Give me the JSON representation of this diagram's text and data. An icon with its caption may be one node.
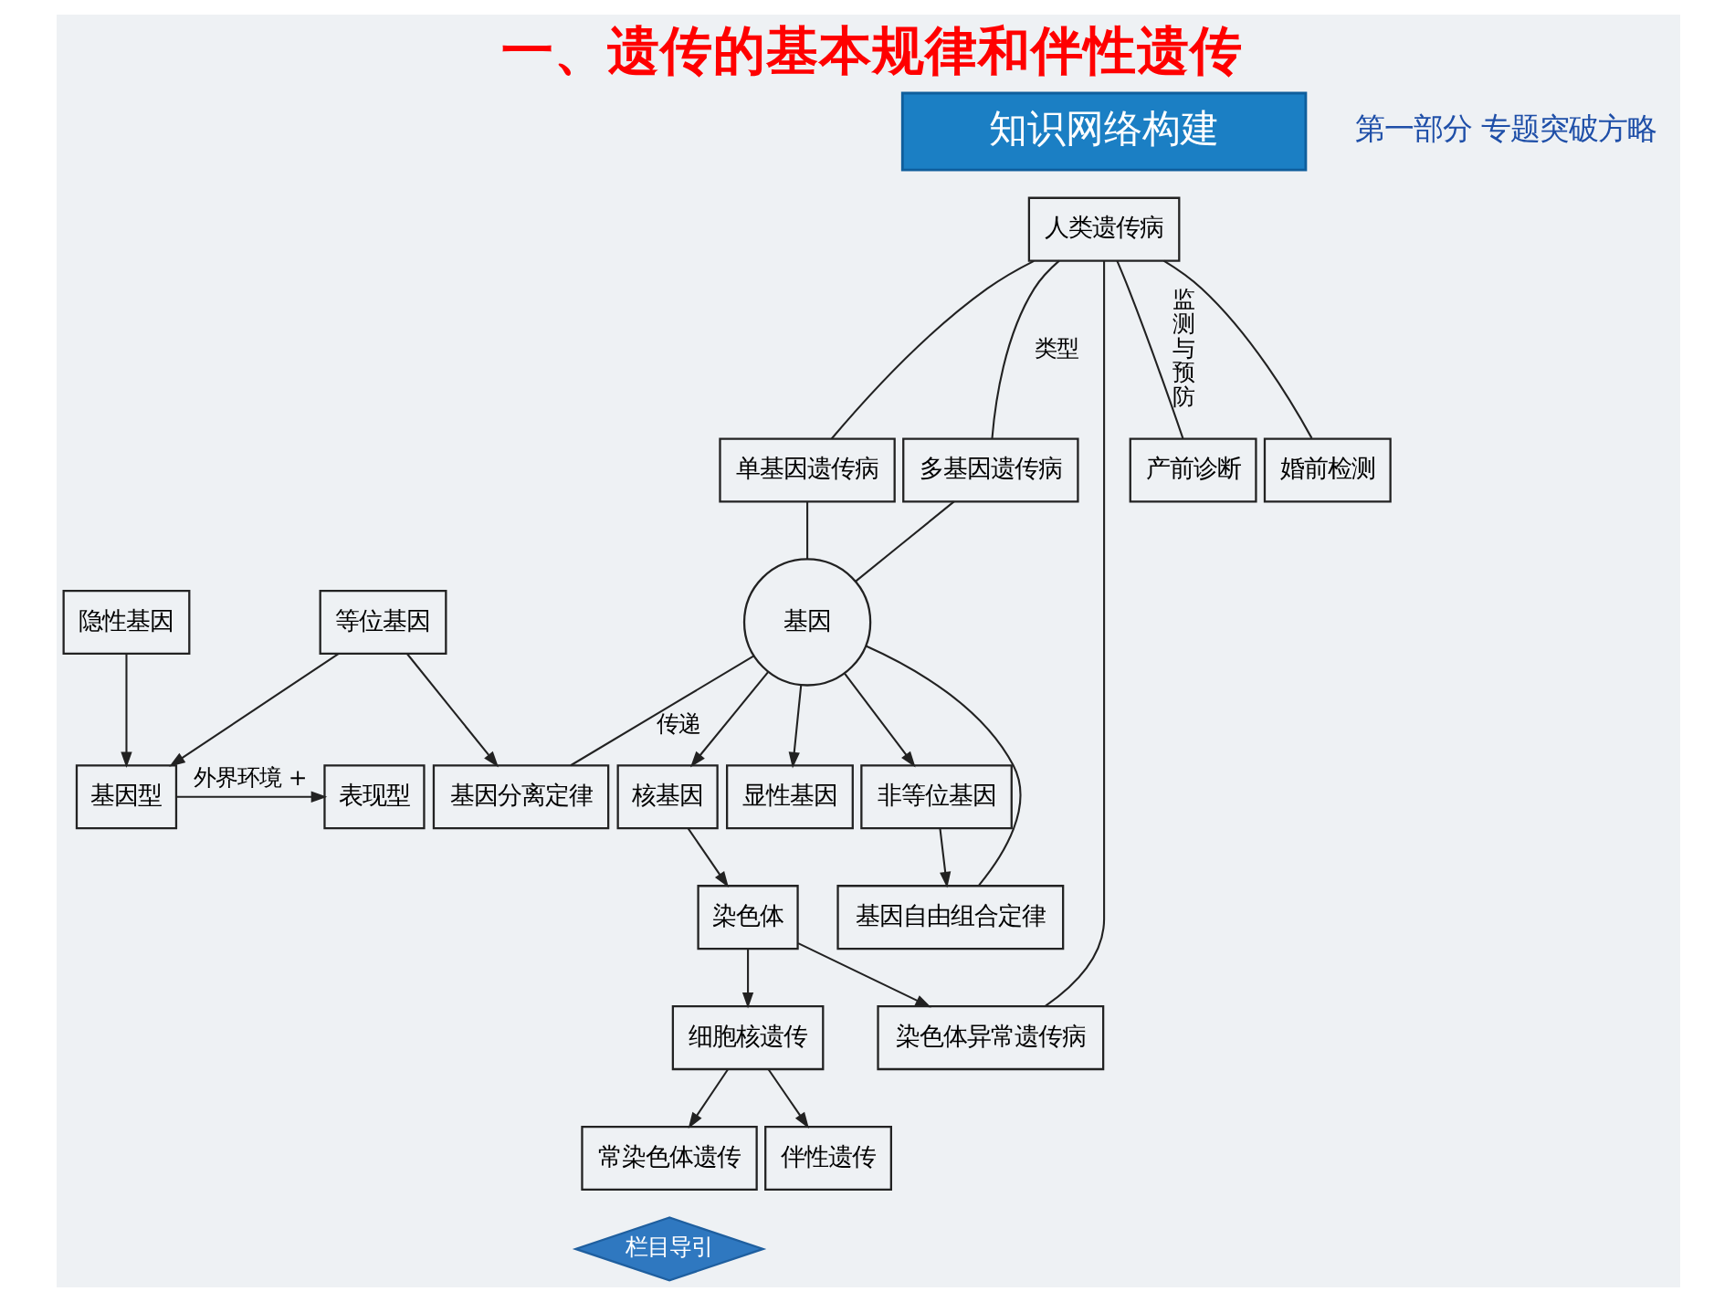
{
  "diagram": {
    "title": "一、遗传的基本规律和伴性遗传",
    "nodes": [
      {
        "text": [
          "知识网络构建"
        ]
      },
      {
        "text": [
          "单基因遗传病"
        ]
      },
      {
        "text": [
          "基因"
        ]
      },
      {
        "text": [
          "基因分离定律"
        ]
      },
      {
        "text": [
          "人类遗传病"
        ]
      },
      {
        "text": [
          "多基因遗传病"
        ]
      },
      {
        "text": [
          "基因自由组合定律"
        ]
      },
      {
        "text": [
          "染色体异常遗传病"
        ]
      },
      {
        "text": [
          "常染色体遗传"
        ]
      },
      {
        "text": [
          "伴性遗传"
        ]
      },
      {
        "text": [
          "细胞核遗传"
        ]
      },
      {
        "text": [
          "产前诊断"
        ]
      },
      {
        "text": [
          "显性基因"
        ]
      },
      {
        "text": [
          "非等位基因"
        ]
      },
      {
        "text": [
          "婚前检测"
        ]
      },
      {
        "text": [
          "隐性基因"
        ]
      },
      {
        "text": [
          "等位基因"
        ]
      },
      {
        "text": [
          "染色体"
        ]
      },
      {
        "text": [
          "核基因"
        ]
      },
      {
        "text": [
          "表现型"
        ]
      },
      {
        "text": [
          "基因型"
        ]
      },
      {
        "text": [
          "栏目导引"
        ]
      }
    ],
    "edges": [
      {
        "from": 4,
        "to": 1,
        "arrow": "none"
      },
      {
        "from": 4,
        "to": 5,
        "arrow": "none",
        "label": "类型"
      },
      {
        "from": 4,
        "to": 7,
        "arrow": "none"
      },
      {
        "from": 1,
        "to": 2,
        "arrow": "none"
      },
      {
        "from": 5,
        "to": 2,
        "arrow": "none"
      },
      {
        "from": 2,
        "to": 3,
        "arrow": "none",
        "label": "传递"
      },
      {
        "from": 2,
        "to": 6,
        "arrow": "none"
      },
      {
        "from": 4,
        "to": 11,
        "arrow": "none",
        "label": "监测与预防"
      },
      {
        "from": 4,
        "to": 14,
        "arrow": "none"
      },
      {
        "from": 2,
        "to": 18,
        "arrow": "to"
      },
      {
        "from": 2,
        "to": 12,
        "arrow": "to"
      },
      {
        "from": 2,
        "to": 13,
        "arrow": "to"
      },
      {
        "from": 13,
        "to": 6,
        "arrow": "to"
      },
      {
        "from": 16,
        "to": 3,
        "arrow": "to"
      },
      {
        "from": 18,
        "to": 17,
        "arrow": "to"
      },
      {
        "from": 17,
        "to": 10,
        "arrow": "to"
      },
      {
        "from": 17,
        "to": 7,
        "arrow": "to"
      },
      {
        "from": 10,
        "to": 8,
        "arrow": "to"
      },
      {
        "from": 10,
        "to": 9,
        "arrow": "to"
      },
      {
        "from": 15,
        "to": 20,
        "arrow": "to"
      },
      {
        "from": 16,
        "to": 20,
        "arrow": "to"
      },
      {
        "from": 20,
        "to": 19,
        "arrow": "to",
        "label": "外界环境 +"
      }
    ],
    "labels": [
      "第一部分 专题突破方略"
    ]
  }
}
